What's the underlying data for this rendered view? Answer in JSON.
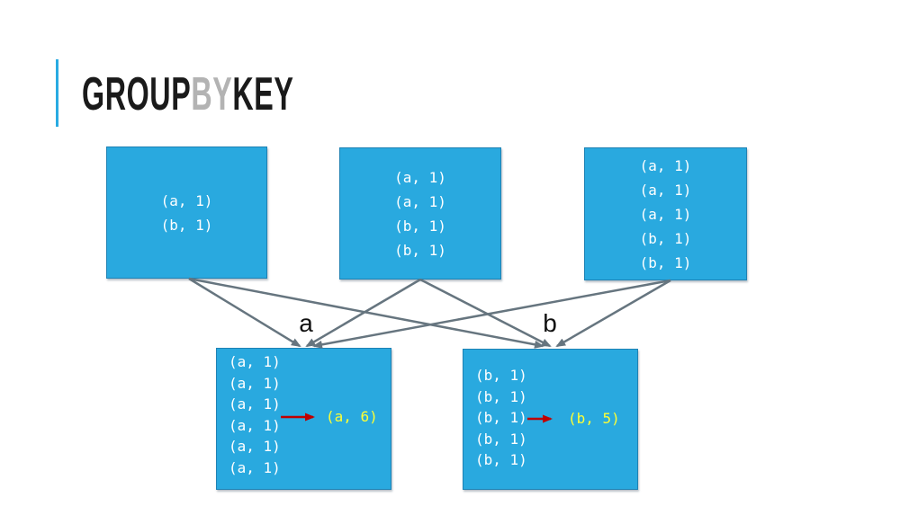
{
  "title": {
    "part1": "GROUP",
    "part2": "BY",
    "part3": "KEY"
  },
  "colors": {
    "accent-blue": "#29ABE2",
    "box-fill": "#29A9DF",
    "box-border": "#1E82B4",
    "arrow-gray": "#66757F",
    "reduce-red": "#C00000",
    "result-yellow": "#FFFF33",
    "tuple-white": "#FFFFFF",
    "title-black": "#1A1A1A",
    "title-gray": "#B3B3B3"
  },
  "partitions": [
    {
      "tuples": [
        "(a, 1)",
        "(b, 1)"
      ]
    },
    {
      "tuples": [
        "(a, 1)",
        "(a, 1)",
        "(b, 1)",
        "(b, 1)"
      ]
    },
    {
      "tuples": [
        "(a, 1)",
        "(a, 1)",
        "(a, 1)",
        "(b, 1)",
        "(b, 1)"
      ]
    }
  ],
  "groups": [
    {
      "key": "a",
      "tuples": [
        "(a, 1)",
        "(a, 1)",
        "(a, 1)",
        "(a, 1)",
        "(a, 1)",
        "(a, 1)"
      ],
      "result": "(a, 6)"
    },
    {
      "key": "b",
      "tuples": [
        "(b, 1)",
        "(b, 1)",
        "(b, 1)",
        "(b, 1)",
        "(b, 1)"
      ],
      "result": "(b, 5)"
    }
  ]
}
